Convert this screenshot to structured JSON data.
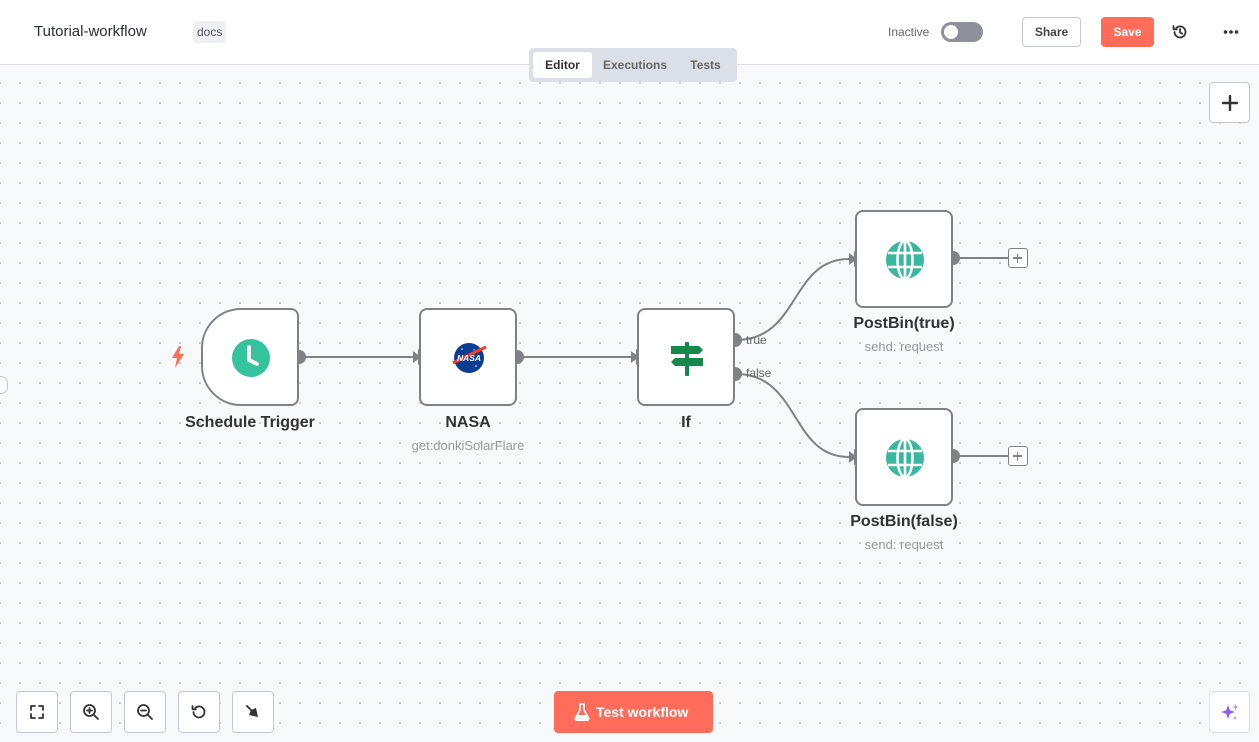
{
  "header": {
    "workflow_name": "Tutorial-workflow",
    "tag": "docs",
    "status_label": "Inactive",
    "active": false,
    "share_label": "Share",
    "save_label": "Save"
  },
  "tabs": [
    {
      "label": "Editor",
      "active": true
    },
    {
      "label": "Executions",
      "active": false
    },
    {
      "label": "Tests",
      "active": false
    }
  ],
  "nodes": {
    "schedule": {
      "title": "Schedule Trigger",
      "icon": "clock-icon"
    },
    "nasa": {
      "title": "NASA",
      "subtitle": "get:donkiSolarFlare",
      "icon": "nasa-logo-icon"
    },
    "if": {
      "title": "If",
      "icon": "signpost-icon"
    },
    "postbin_true": {
      "title": "PostBin(true)",
      "subtitle": "send: request",
      "icon": "globe-icon"
    },
    "postbin_false": {
      "title": "PostBin(false)",
      "subtitle": "send: request",
      "icon": "globe-icon"
    }
  },
  "edges": {
    "true_label": "true",
    "false_label": "false"
  },
  "footer": {
    "test_workflow_label": "Test workflow"
  },
  "colors": {
    "accent": "#ff6d5a",
    "node_border": "#7e8186",
    "trigger_green": "#35c39d",
    "if_green": "#15884c",
    "globe_teal": "#38b99f"
  }
}
